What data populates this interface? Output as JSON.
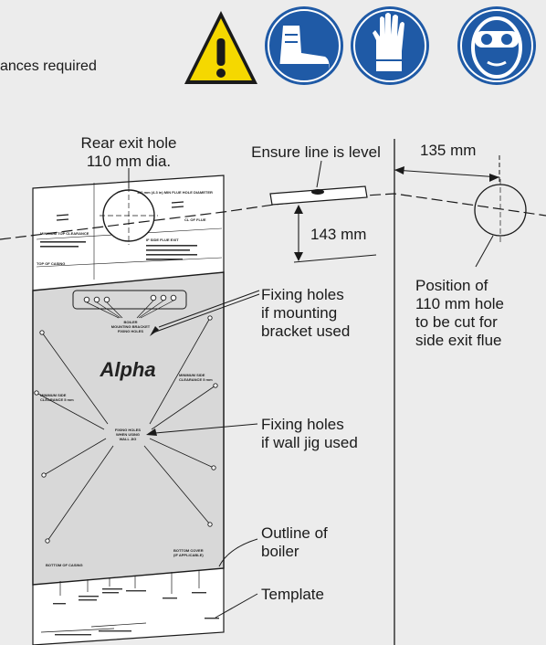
{
  "header": {
    "clearances_text": "ances required"
  },
  "safety_icons": [
    {
      "icon": "warning-triangle-icon",
      "color": "#f5d800"
    },
    {
      "icon": "safety-boots-icon",
      "color": "#1f5aa6"
    },
    {
      "icon": "safety-gloves-icon",
      "color": "#1f5aa6"
    },
    {
      "icon": "safety-goggles-icon",
      "color": "#1f5aa6"
    }
  ],
  "callouts": {
    "rear_exit_line1": "Rear exit hole",
    "rear_exit_line2": "110 mm dia.",
    "ensure_level": "Ensure line is level",
    "dim_135": "135 mm",
    "dim_143": "143 mm",
    "position_lines": [
      "Position of",
      "110 mm hole",
      "to be cut for",
      "side exit flue"
    ],
    "fixing_bracket_lines": [
      "Fixing holes",
      "if mounting",
      "bracket used"
    ],
    "fixing_jig_lines": [
      "Fixing holes",
      "if wall jig used"
    ],
    "outline_lines": [
      "Outline of",
      "boiler"
    ],
    "template": "Template"
  },
  "template_sheet": {
    "brand": "Alpha",
    "flue_hole_note": "110 mm (4.3 in) MIN FLUE HOLE DIAMETER",
    "cl_of_flue": "CL OF FLUE",
    "min_top_clearance": "MINIMUM TOP CLEARANCE",
    "top_of_casing": "TOP OF CASING",
    "side_flue_exit": "IF SIDE FLUE EXIT",
    "boiler_bracket_lines": [
      "BOILER",
      "MOUNTING BRACKET",
      "FIXING HOLES"
    ],
    "min_side_left_lines": [
      "MINIMUM SIDE",
      "CLEARANCE 5 mm"
    ],
    "min_side_right_lines": [
      "MINIMUM SIDE",
      "CLEARANCE 5 mm"
    ],
    "jig_fixing_lines": [
      "FIXING HOLES",
      "WHEN USING",
      "WALL JIG"
    ],
    "bottom_of_casing": "BOTTOM OF CASING",
    "bottom_cover_lines": [
      "BOTTOM COVER",
      "(IF APPLICABLE)"
    ]
  },
  "colors": {
    "background": "#ececec",
    "line": "#1a1a1a",
    "sheet": "#ffffff",
    "boiler_outline": "#d8d8d8",
    "warning_yellow": "#f5d800",
    "ppe_blue": "#1f5aa6"
  }
}
